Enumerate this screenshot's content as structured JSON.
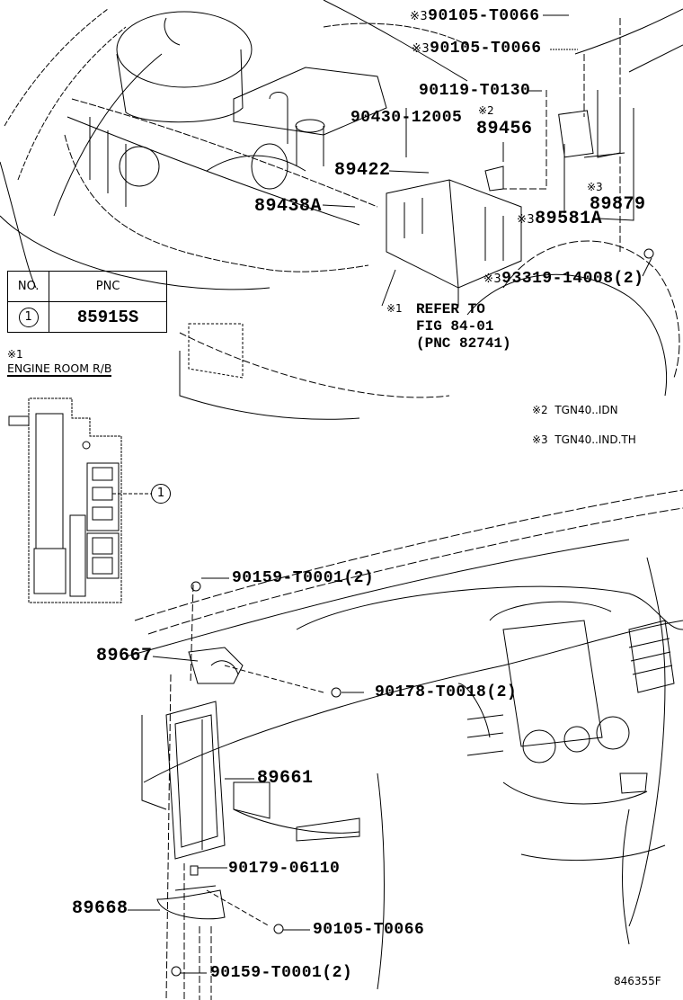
{
  "diagram": {
    "drawing_code": "846355F",
    "table": {
      "headers": [
        "NO.",
        "PNC"
      ],
      "rows": [
        {
          "no": "1",
          "pnc": "85915S"
        }
      ]
    },
    "engine_room": {
      "mark": "※1",
      "title": "ENGINE ROOM R/B",
      "callout": "1"
    },
    "notes": [
      {
        "mark": "※2",
        "text": "TGN40..IDN"
      },
      {
        "mark": "※3",
        "text": "TGN40..IND.TH"
      }
    ],
    "refer": {
      "mark": "※1",
      "line1": "REFER TO",
      "line2": "FIG 84-01",
      "line3": "(PNC 82741)"
    },
    "parts": {
      "p_90105_a": {
        "mark": "※3",
        "pn": "90105-T0066"
      },
      "p_90105_b": {
        "mark": "※3",
        "pn": "90105-T0066"
      },
      "p_90119": {
        "mark": "",
        "pn": "90119-T0130"
      },
      "p_90430": {
        "mark": "",
        "pn": "90430-12005"
      },
      "p_89456": {
        "mark": "※2",
        "pn": "89456"
      },
      "p_89422": {
        "mark": "",
        "pn": "89422"
      },
      "p_89438a": {
        "mark": "",
        "pn": "89438A"
      },
      "p_89879": {
        "mark": "※3",
        "pn": "89879"
      },
      "p_89581a": {
        "mark": "※3",
        "pn": "89581A"
      },
      "p_93319": {
        "mark": "※3",
        "pn": "93319-14008(2)"
      },
      "p_90159_top": {
        "mark": "",
        "pn": "90159-T0001(2)"
      },
      "p_89667": {
        "mark": "",
        "pn": "89667"
      },
      "p_90178": {
        "mark": "",
        "pn": "90178-T0018(2)"
      },
      "p_89661": {
        "mark": "",
        "pn": "89661"
      },
      "p_90179": {
        "mark": "",
        "pn": "90179-06110"
      },
      "p_89668": {
        "mark": "",
        "pn": "89668"
      },
      "p_90105_c": {
        "mark": "",
        "pn": "90105-T0066"
      },
      "p_90159_bot": {
        "mark": "",
        "pn": "90159-T0001(2)"
      }
    }
  }
}
